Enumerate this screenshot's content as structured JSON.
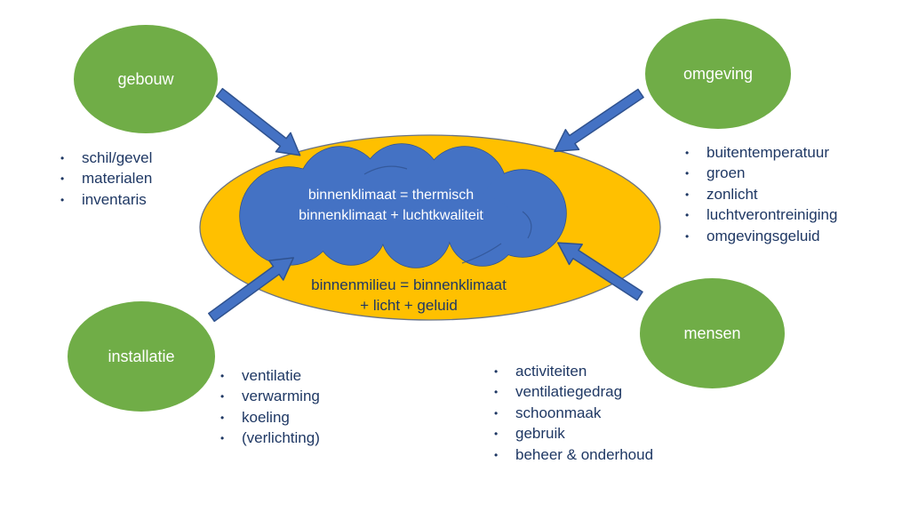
{
  "nodes": {
    "gebouw": {
      "label": "gebouw",
      "items": [
        "schil/gevel",
        "materialen",
        "inventaris"
      ]
    },
    "omgeving": {
      "label": "omgeving",
      "items": [
        "buitentemperatuur",
        "groen",
        "zonlicht",
        "luchtverontreiniging",
        "omgevingsgeluid"
      ]
    },
    "installatie": {
      "label": "installatie",
      "items": [
        "ventilatie",
        "verwarming",
        "koeling",
        "(verlichting)"
      ]
    },
    "mensen": {
      "label": "mensen",
      "items": [
        "activiteiten",
        "ventilatiegedrag",
        "schoonmaak",
        "gebruik",
        "beheer & onderhoud"
      ]
    }
  },
  "center": {
    "cloud_line1": "binnenklimaat = thermisch",
    "cloud_line2": "binnenklimaat + luchtkwaliteit",
    "ellipse_line1": "binnenmilieu = binnenklimaat",
    "ellipse_line2": "+ licht + geluid"
  },
  "colors": {
    "node_green": "#70AD47",
    "center_orange": "#FFC000",
    "cloud_blue": "#4472C4",
    "outline_blue": "#2F528F",
    "text_navy": "#1F3864"
  }
}
